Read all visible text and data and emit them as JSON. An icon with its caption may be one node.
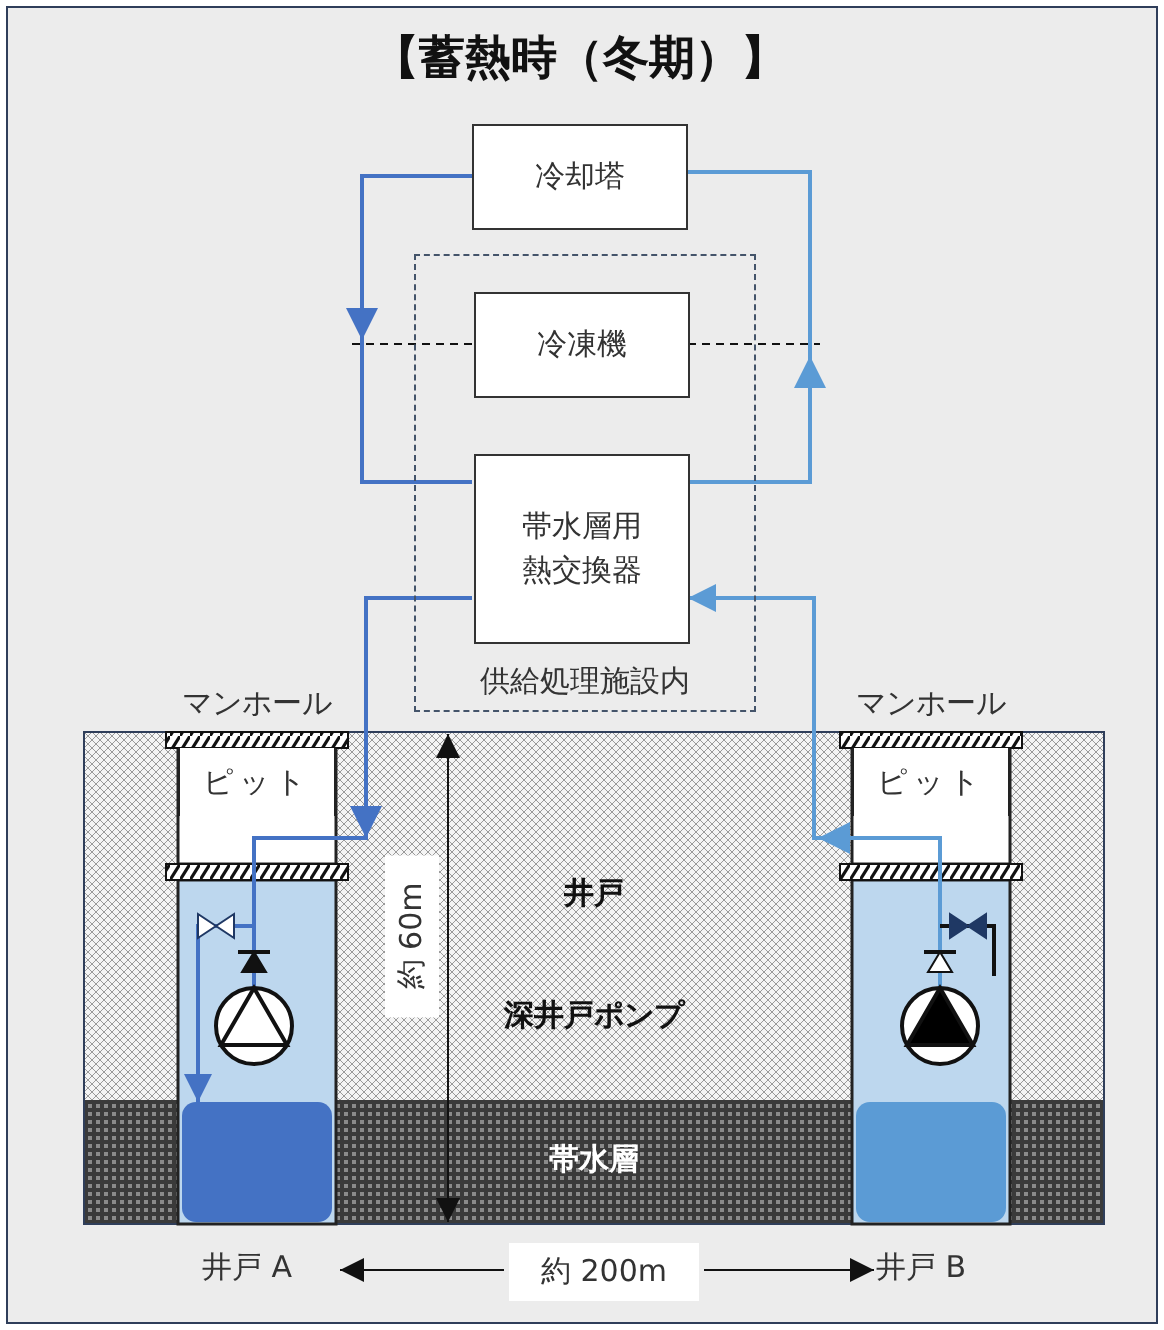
{
  "diagram": {
    "title": "【蓄熱時（冬期）】",
    "nodes": [
      {
        "text": [
          "冷却塔"
        ]
      },
      {
        "text": [
          "供給処理施設内"
        ]
      },
      {
        "text": [
          "冷凍機"
        ],
        "in": 1
      },
      {
        "text": [
          "帯水層用熱交換器"
        ],
        "in": 1
      },
      {
        "text": [
          "ピット"
        ],
        "beside": [
          "マンホール"
        ]
      },
      {
        "text": [
          "ピット"
        ],
        "beside": [
          "マンホール"
        ]
      },
      {
        "text": [],
        "shape": "circle"
      },
      {
        "text": [],
        "shape": "circle"
      },
      {
        "text": [],
        "shape": "box",
        "beside": [
          "井戸 A"
        ]
      },
      {
        "text": [],
        "shape": "box",
        "beside": [
          "井戸 B"
        ]
      }
    ],
    "edges": [
      {
        "from": 0,
        "to": 3,
        "arrow": "to",
        "color": "#4472c4"
      },
      {
        "from": 3,
        "to": 0,
        "arrow": "to",
        "color": "#5b9bd5"
      },
      {
        "from": 3,
        "to": 8,
        "arrow": "to",
        "color": "#4472c4"
      },
      {
        "from": 7,
        "to": 3,
        "arrow": "to",
        "color": "#5b9bd5"
      },
      {
        "from": 6,
        "to": null,
        "arrow": "none",
        "color": "#4472c4"
      }
    ],
    "labels": [
      "井戸",
      "深井戸ポンプ",
      "帯水層",
      "約 60m",
      "約 200m"
    ]
  }
}
